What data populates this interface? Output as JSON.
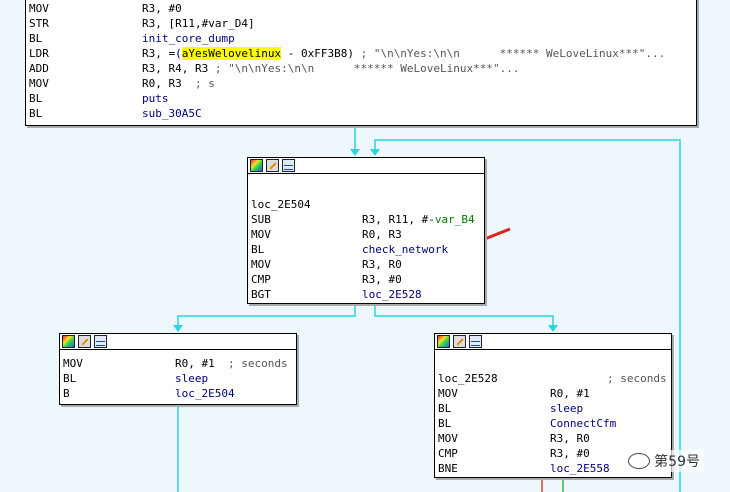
{
  "top_block": {
    "lines": [
      {
        "mn": "MOV",
        "ops": "R3, #0"
      },
      {
        "mn": "STR",
        "ops": "R3, [R11,#var_D4]"
      },
      {
        "mn": "BL",
        "ops": "init_core_dump"
      },
      {
        "mn": "LDR",
        "pre": "R3, =(",
        "hl": "aYesWelovelinux",
        "post": " - 0xFF3B8)",
        "cm": " ; \"\\n\\nYes:\\n\\n      ****** WeLoveLinux***\"..."
      },
      {
        "mn": "ADD",
        "ops": "R3, R4, R3",
        "cm": " ; \"\\n\\nYes:\\n\\n      ****** WeLoveLinux***\"..."
      },
      {
        "mn": "MOV",
        "ops": "R0, R3",
        "cm": "  ; s"
      },
      {
        "mn": "BL",
        "ops": "puts"
      },
      {
        "mn": "BL",
        "ops": "sub_30A5C"
      }
    ]
  },
  "loop_block": {
    "label": "loc_2E504",
    "lines": [
      {
        "mn": "SUB",
        "ops": "R3, R11, #-",
        "grn": "var_B4"
      },
      {
        "mn": "MOV",
        "ops": "R0, R3"
      },
      {
        "mn": "BL",
        "ops": "check_network"
      },
      {
        "mn": "MOV",
        "ops": "R3, R0"
      },
      {
        "mn": "CMP",
        "ops": "R3, #0"
      },
      {
        "mn": "BGT",
        "ops": "loc_2E528"
      }
    ]
  },
  "left_block": {
    "lines": [
      {
        "mn": "MOV",
        "ops": "R0, #1",
        "cm": "  ; seconds"
      },
      {
        "mn": "BL",
        "ops": "sleep"
      },
      {
        "mn": "B",
        "ops": "loc_2E504"
      }
    ]
  },
  "right_block": {
    "label": "loc_2E528",
    "label_cm": "; seconds",
    "lines": [
      {
        "mn": "MOV",
        "ops": "R0, #1"
      },
      {
        "mn": "BL",
        "ops": "sleep"
      },
      {
        "mn": "BL",
        "ops": "ConnectCfm"
      },
      {
        "mn": "MOV",
        "ops": "R3, R0"
      },
      {
        "mn": "CMP",
        "ops": "R3, #0"
      },
      {
        "mn": "BNE",
        "ops": "loc_2E558"
      }
    ]
  },
  "watermark": {
    "text": "第59号"
  },
  "colors": {
    "edge": "#27d5e6",
    "arrow_mark": "#e0261b",
    "edge_red": "#e33c3c",
    "edge_green": "#2fb34a"
  }
}
